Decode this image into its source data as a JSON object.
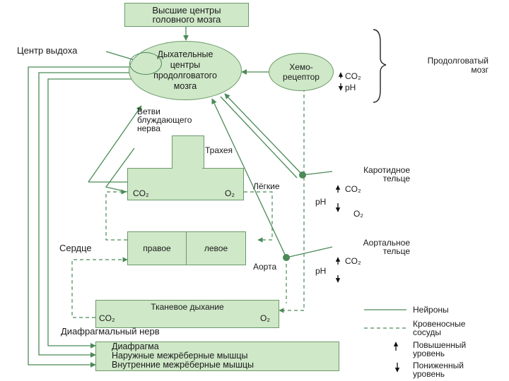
{
  "nodes": {
    "higher_centers": "Высшие центры\nголовного мозга",
    "resp_centers": "Дыхательные\nцентры\nпродолговатого\nмозга",
    "chemoreceptor": "Хемо-\nрецептор",
    "trachea": "Трахея",
    "vagus": "Ветви\nблуждающего\nнерва",
    "lungs": "Лёгкие",
    "heart_right": "правое",
    "heart_left": "левое",
    "heart": "Сердце",
    "aorta": "Аорта",
    "carotid": "Каротидное\nтельце",
    "aortic": "Аортальное\nтельце",
    "tissue": "Тканевое дыхание",
    "expiration_center": "Центр выдоха",
    "medulla": "Продолговатый\nмозг",
    "phrenic": "Диафрагмальный нерв",
    "diaphragm": "Диафрагма",
    "external_intercostal": "Наружные межрёберные мышцы",
    "internal_intercostal": "Внутренние межрёберные мышцы"
  },
  "chem_labels": {
    "co2": "CO₂",
    "o2": "O₂",
    "ph": "pH"
  },
  "legend": {
    "neurons": "Нейроны",
    "vessels": "Кровеносные\nсосуды",
    "increased": "Повышенный\nуровень",
    "decreased": "Пониженный\nуровень"
  },
  "colors": {
    "box_fill": "#cfe8c8",
    "box_border": "#6a9a68",
    "nerve_line": "#4a8a56",
    "vessel_line": "#4a8a56",
    "arrow": "#111111"
  }
}
